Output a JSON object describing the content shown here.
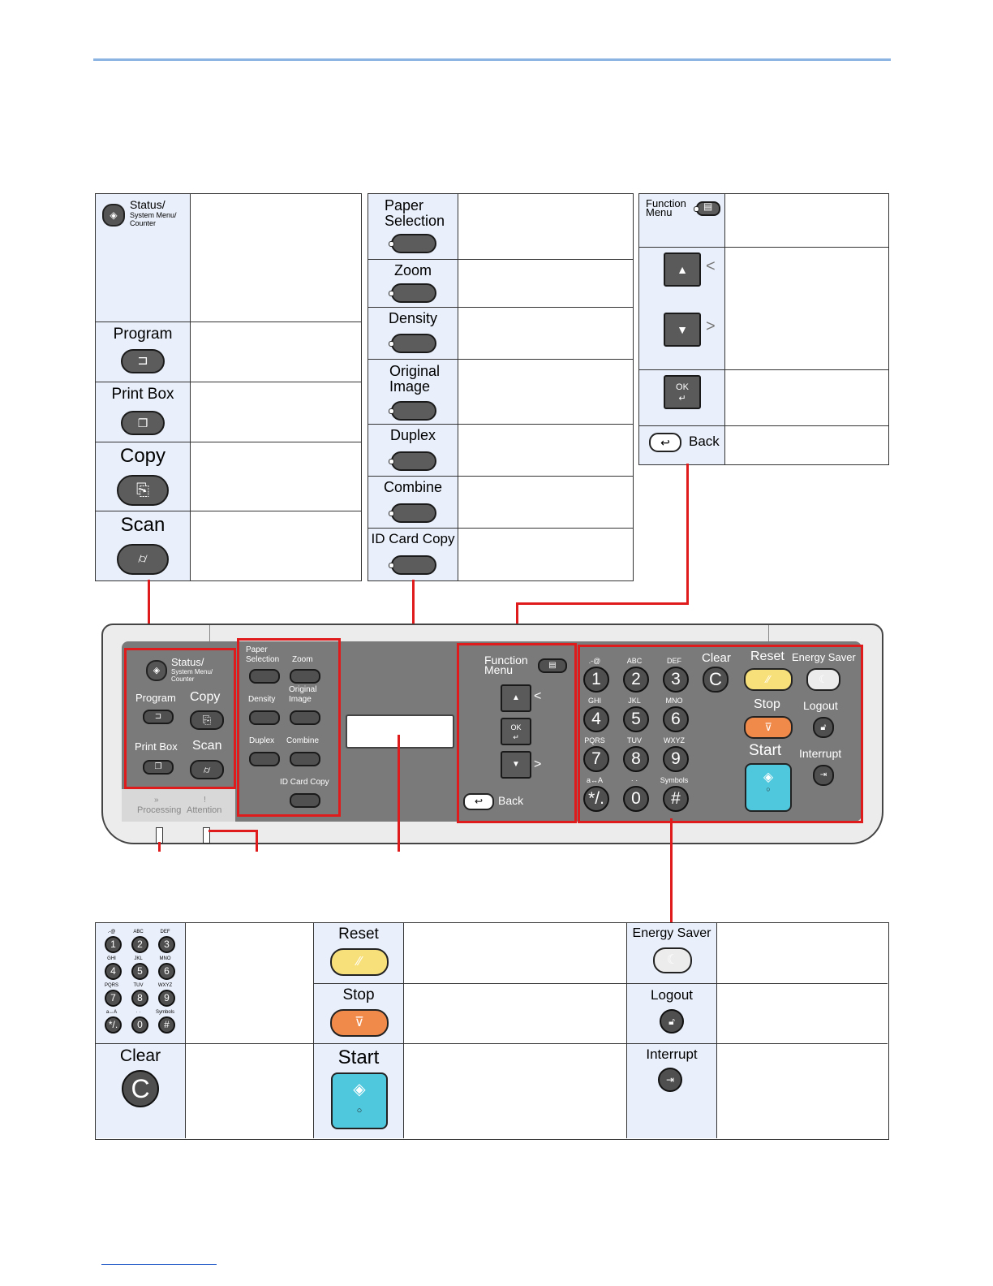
{
  "left_table": {
    "status": {
      "line1": "Status/",
      "line2": "System Menu/",
      "line3": "Counter"
    },
    "program": "Program",
    "print_box": "Print Box",
    "copy": "Copy",
    "scan": "Scan"
  },
  "middle_table": {
    "paper_selection_1": "Paper",
    "paper_selection_2": "Selection",
    "zoom": "Zoom",
    "density": "Density",
    "original_image_1": "Original",
    "original_image_2": "Image",
    "duplex": "Duplex",
    "combine": "Combine",
    "id_card_copy": "ID Card Copy"
  },
  "right_table": {
    "function_menu_1": "Function",
    "function_menu_2": "Menu",
    "up_arrow": "<",
    "down_arrow": ">",
    "ok": "OK",
    "back": "Back"
  },
  "panel": {
    "status_1": "Status/",
    "status_2": "System Menu/",
    "status_3": "Counter",
    "program": "Program",
    "copy": "Copy",
    "print_box": "Print Box",
    "scan": "Scan",
    "processing": "Processing",
    "attention": "Attention",
    "paper_selection_1": "Paper",
    "paper_selection_2": "Selection",
    "zoom": "Zoom",
    "density": "Density",
    "original_image_1": "Original",
    "original_image_2": "Image",
    "duplex": "Duplex",
    "combine": "Combine",
    "id_card_copy": "ID Card Copy",
    "function_menu_1": "Function",
    "function_menu_2": "Menu",
    "back": "Back",
    "clear": "Clear",
    "reset": "Reset",
    "energy_saver": "Energy Saver",
    "stop": "Stop",
    "logout": "Logout",
    "start": "Start",
    "interrupt": "Interrupt",
    "symbols": "Symbols",
    "keys": [
      {
        "num": "1",
        "sub": ".-@"
      },
      {
        "num": "2",
        "sub": "ABC"
      },
      {
        "num": "3",
        "sub": "DEF"
      },
      {
        "num": "4",
        "sub": "GHI"
      },
      {
        "num": "5",
        "sub": "JKL"
      },
      {
        "num": "6",
        "sub": "MNO"
      },
      {
        "num": "7",
        "sub": "PQRS"
      },
      {
        "num": "8",
        "sub": "TUV"
      },
      {
        "num": "9",
        "sub": "WXYZ"
      },
      {
        "num": "*/.",
        "sub": "a↔A"
      },
      {
        "num": "0",
        "sub": "· ·"
      },
      {
        "num": "#",
        "sub": "Symbols"
      }
    ]
  },
  "bottom_table": {
    "clear": "Clear",
    "reset": "Reset",
    "stop": "Stop",
    "start": "Start",
    "energy_saver": "Energy Saver",
    "logout": "Logout",
    "interrupt": "Interrupt"
  },
  "colors": {
    "highlight_red": "#e01b1b",
    "label_bg": "#eaf0fb",
    "reset_yellow": "#f7df7a",
    "stop_orange": "#f08a4b",
    "start_cyan": "#4fc7dc"
  }
}
